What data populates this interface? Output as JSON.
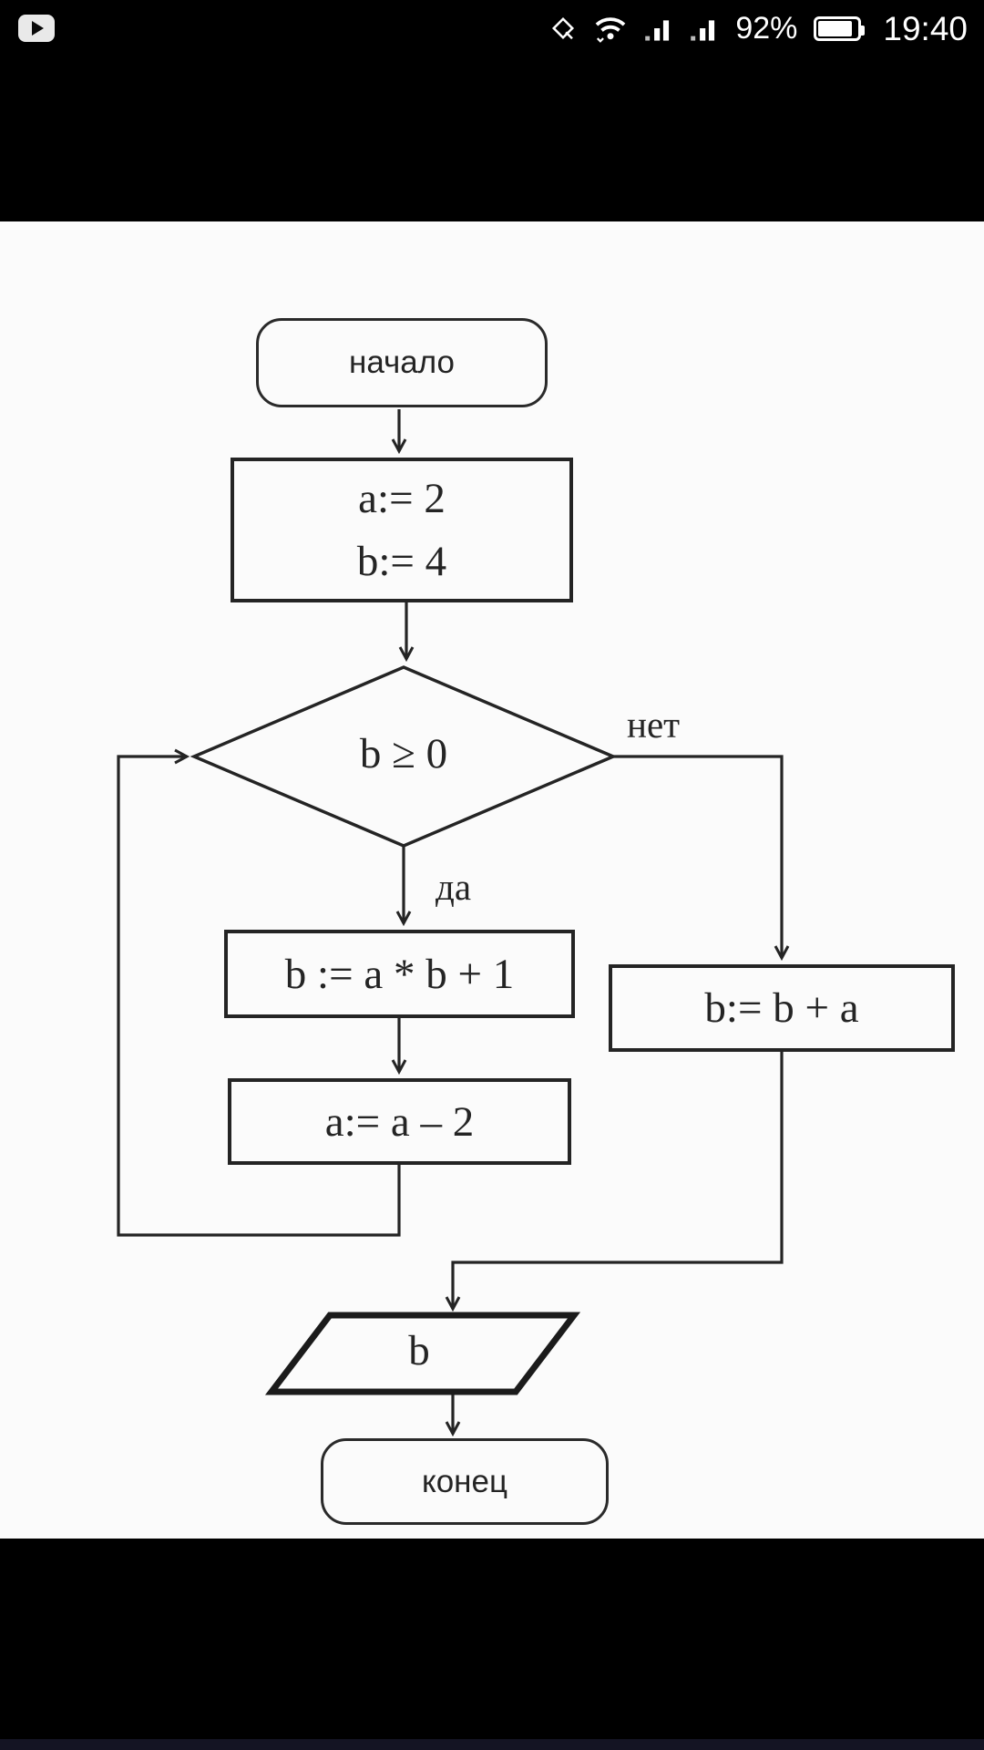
{
  "status_bar": {
    "battery_percent": "92%",
    "time": "19:40"
  },
  "flowchart": {
    "start_label": "начало",
    "init_line1": "a:= 2",
    "init_line2": "b:= 4",
    "condition_label": "b ≥ 0",
    "no_label": "нет",
    "yes_label": "да",
    "loop_step1_label": "b := a * b + 1",
    "loop_step2_label": "a:= a – 2",
    "no_branch_label": "b:= b + a",
    "output_label": "b",
    "end_label": "конец"
  },
  "colors": {
    "ink": "#242424",
    "paper": "#fbfbfb",
    "chrome": "#000000"
  }
}
